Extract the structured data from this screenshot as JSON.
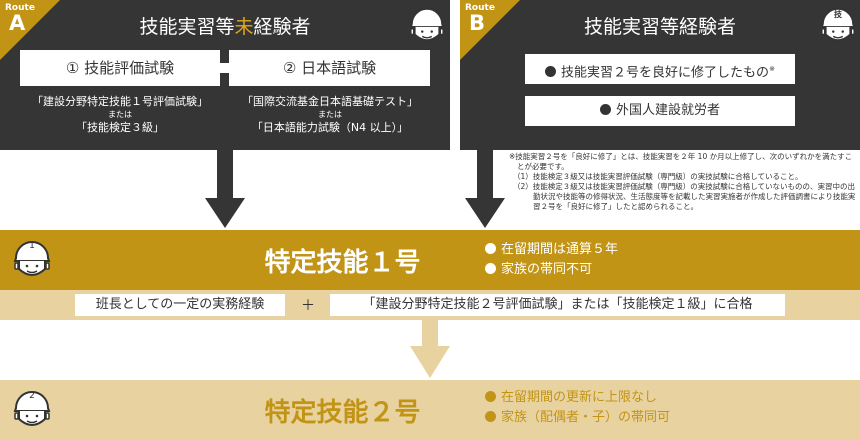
{
  "colors": {
    "dark": "#353535",
    "gold": "#c29416",
    "light": "#e8d3a0"
  },
  "route_a": {
    "route_label": "Route",
    "letter": "A",
    "title_pre": "技能実習等",
    "title_accent": "未",
    "title_post": "経験者",
    "exam1": "① 技能評価試験",
    "exam1_line1": "「建設分野特定技能１号評価試験」",
    "exam1_or": "または",
    "exam1_line2": "「技能検定３級」",
    "exam2": "② 日本語試験",
    "exam2_line1": "「国際交流基金日本語基礎テスト」",
    "exam2_or": "または",
    "exam2_line2": "「日本語能力試験（N4 以上）」"
  },
  "route_b": {
    "route_label": "Route",
    "letter": "B",
    "title": "技能実習等経験者",
    "face_badge": "技",
    "item1": "技能実習２号を良好に修了したもの",
    "item1_mark": "※",
    "item2": "外国人建設就労者"
  },
  "note": {
    "main": "※技能実習２号を「良好に修了」とは、技能実習を２年 10 か月以上修了し、次のいずれかを満たすことが必要です。",
    "item1": "（1）技能検定３級又は技能実習評価試験（専門級）の実技試験に合格していること。",
    "item2": "（2）技能検定３級又は技能実習評価試験（専門級）の実技試験に合格していないものの、実習中の出勤状況や技能等の修得状況、生活態度等を記載した実習実施者が作成した評価調書により技能実習２号を「良好に修了」したと認められること。"
  },
  "level1": {
    "badge": "1",
    "title": "特定技能１号",
    "bullets": [
      "在留期間は通算５年",
      "家族の帯同不可"
    ]
  },
  "requirement": {
    "left": "班長としての一定の実務経験",
    "plus": "＋",
    "right": "「建設分野特定技能２号評価試験」または「技能検定１級」に合格"
  },
  "level2": {
    "badge": "2",
    "title": "特定技能２号",
    "bullets": [
      "在留期間の更新に上限なし",
      "家族（配偶者・子）の帯同可"
    ]
  }
}
